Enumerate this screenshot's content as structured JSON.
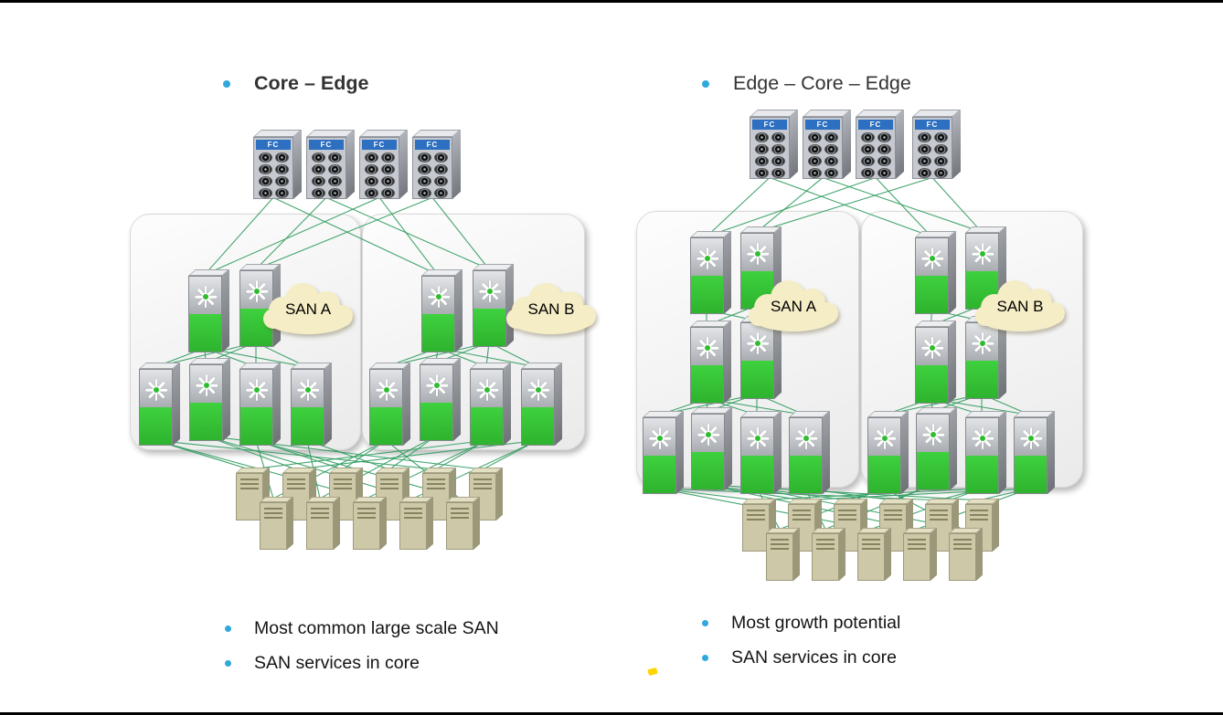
{
  "left_diagram": {
    "title": "Core – Edge",
    "clouds": [
      {
        "label": "SAN A"
      },
      {
        "label": "SAN B"
      }
    ],
    "bullets": [
      "Most common large scale SAN",
      "SAN services in core"
    ]
  },
  "right_diagram": {
    "title": "Edge – Core – Edge",
    "clouds": [
      {
        "label": "SAN A"
      },
      {
        "label": "SAN B"
      }
    ],
    "bullets": [
      "Most growth potential",
      "SAN services in core"
    ]
  },
  "storage_unit": {
    "label": "FC"
  },
  "colors": {
    "accent_blue": "#2fa8dc",
    "line_green": "#2f9c5f",
    "switch_green": "#3ed13e",
    "switch_gray_light": "#e2e4e7",
    "switch_gray_dark": "#a9adb2",
    "storage_blue": "#2d6fc0",
    "server_tan": "#ccc8a8",
    "cloud_cream": "#f5edc5",
    "panel_border": "#d9d9d9",
    "title_text": "#333333",
    "note_text": "#141414"
  }
}
